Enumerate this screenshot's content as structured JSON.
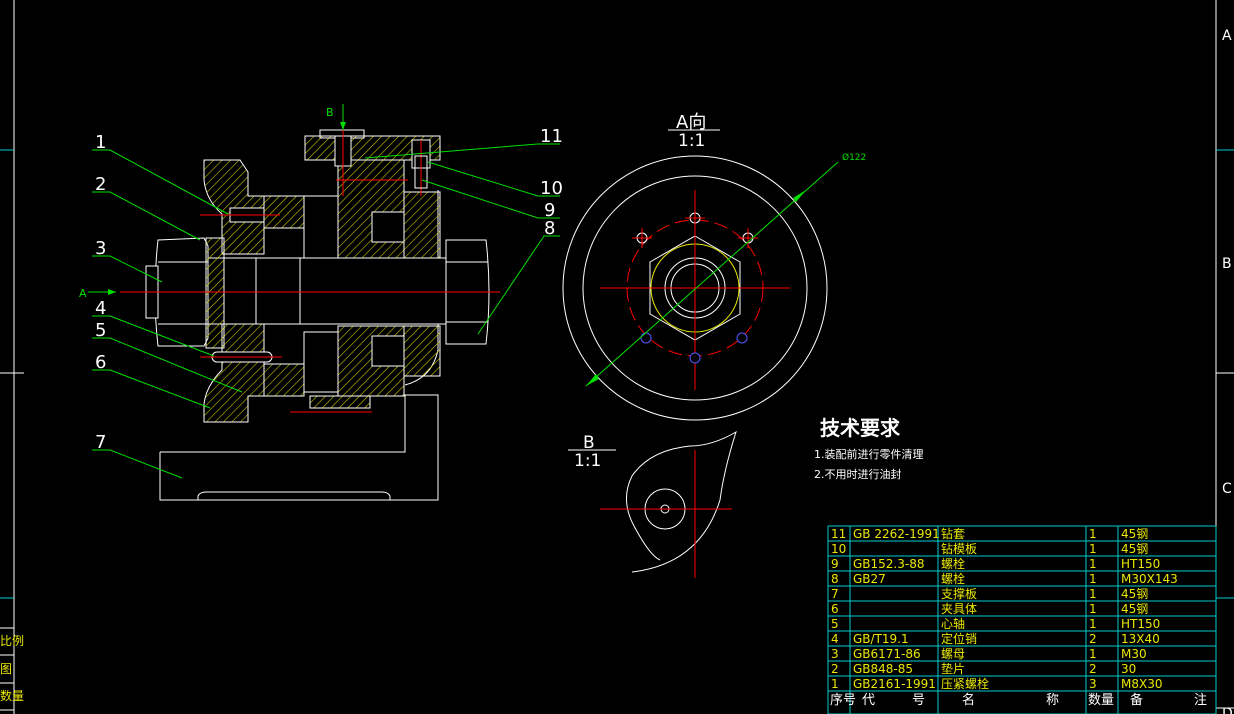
{
  "border": {
    "zones": [
      "A",
      "B",
      "C",
      "D"
    ]
  },
  "leaders": [
    "1",
    "2",
    "3",
    "4",
    "5",
    "6",
    "7",
    "8",
    "9",
    "10",
    "11"
  ],
  "section_marks": {
    "b_marker": "B",
    "a_marker": "A"
  },
  "view_a": {
    "label": "A向",
    "scale": "1:1",
    "dimension": "Ø122"
  },
  "view_b": {
    "label": "B",
    "scale": "1:1"
  },
  "tech": {
    "title": "技术要求",
    "lines": [
      "1.装配前进行零件清理",
      "2.不用时进行油封"
    ]
  },
  "left_stub": [
    "数量",
    "图",
    "比例"
  ],
  "bom": {
    "rows": [
      {
        "no": "11",
        "code": "GB 2262-1991",
        "name": "钻套",
        "qty": "1",
        "mat": "45钢"
      },
      {
        "no": "10",
        "code": "",
        "name": "钻模板",
        "qty": "1",
        "mat": "45钢"
      },
      {
        "no": "9",
        "code": "GB152.3-88",
        "name": "螺栓",
        "qty": "1",
        "mat": "HT150"
      },
      {
        "no": "8",
        "code": "GB27",
        "name": "螺栓",
        "qty": "1",
        "mat": "M30X143"
      },
      {
        "no": "7",
        "code": "",
        "name": "支撑板",
        "qty": "1",
        "mat": "45钢"
      },
      {
        "no": "6",
        "code": "",
        "name": "夹具体",
        "qty": "1",
        "mat": "45钢"
      },
      {
        "no": "5",
        "code": "",
        "name": "心轴",
        "qty": "1",
        "mat": "HT150"
      },
      {
        "no": "4",
        "code": "GB/T19.1",
        "name": "定位销",
        "qty": "2",
        "mat": "13X40"
      },
      {
        "no": "3",
        "code": "GB6171-86",
        "name": "螺母",
        "qty": "1",
        "mat": "M30"
      },
      {
        "no": "2",
        "code": "GB848-85",
        "name": "垫片",
        "qty": "2",
        "mat": "30"
      },
      {
        "no": "1",
        "code": "GB2161-1991",
        "name": "压紧螺栓",
        "qty": "3",
        "mat": "M8X30"
      }
    ],
    "header": {
      "no": "序号",
      "code": "代",
      "code2": "号",
      "name": "名",
      "name2": "称",
      "qty": "数量",
      "mat": "备",
      "mat2": "注"
    }
  }
}
